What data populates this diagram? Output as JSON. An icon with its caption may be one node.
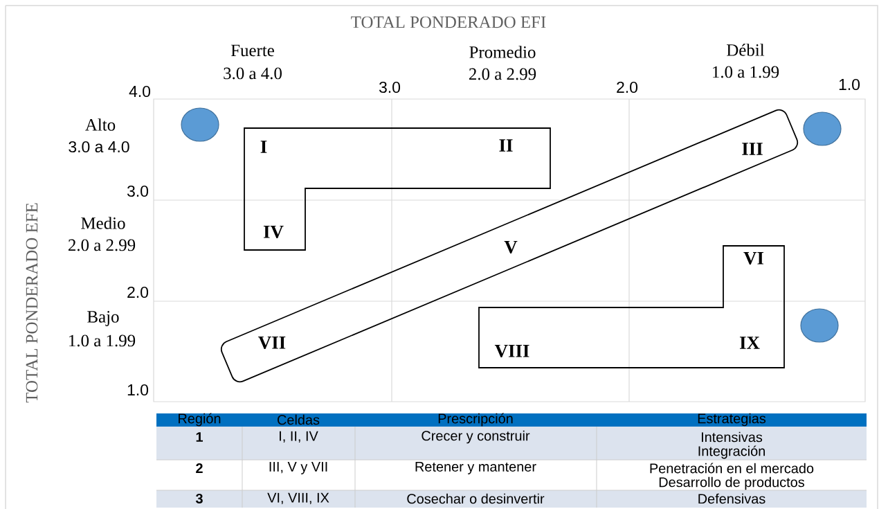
{
  "diagram": {
    "nodes": [
      {
        "text": [
          "I",
          "II",
          "IV"
        ]
      },
      {
        "text": [
          "III",
          "V",
          "VII"
        ]
      },
      {
        "text": [
          "VI",
          "VIII",
          "IX"
        ]
      },
      {
        "text": [],
        "shape": "circle"
      },
      {
        "text": [],
        "shape": "circle"
      },
      {
        "text": [],
        "shape": "circle"
      }
    ],
    "labels": [
      "TOTAL PONDERADO EFI",
      "Fuerte",
      "3.0 a 4.0",
      "Promedio",
      "2.0 a 2.99",
      "Débil",
      "1.0 a 1.99",
      "4.0",
      "3.0",
      "2.0",
      "1.0",
      "Alto",
      "3.0 a 4.0",
      "3.0",
      "Medio",
      "2.0 a 2.99",
      "2.0",
      "Bajo",
      "1.0 a 1.99",
      "1.0",
      "TOTAL PONDERADO EFE",
      "Región",
      "Celdas",
      "Prescripción",
      "Estrategias",
      "1",
      "I, II, IV",
      "Crecer y construir",
      "Intensivas",
      "Integración",
      "2",
      "III, V y VII",
      "Retener y mantener",
      "Penetración en el mercado",
      "Desarrollo de productos",
      "3",
      "VI, VIII, IX",
      "Cosechar o desinvertir",
      "Defensivas"
    ]
  }
}
